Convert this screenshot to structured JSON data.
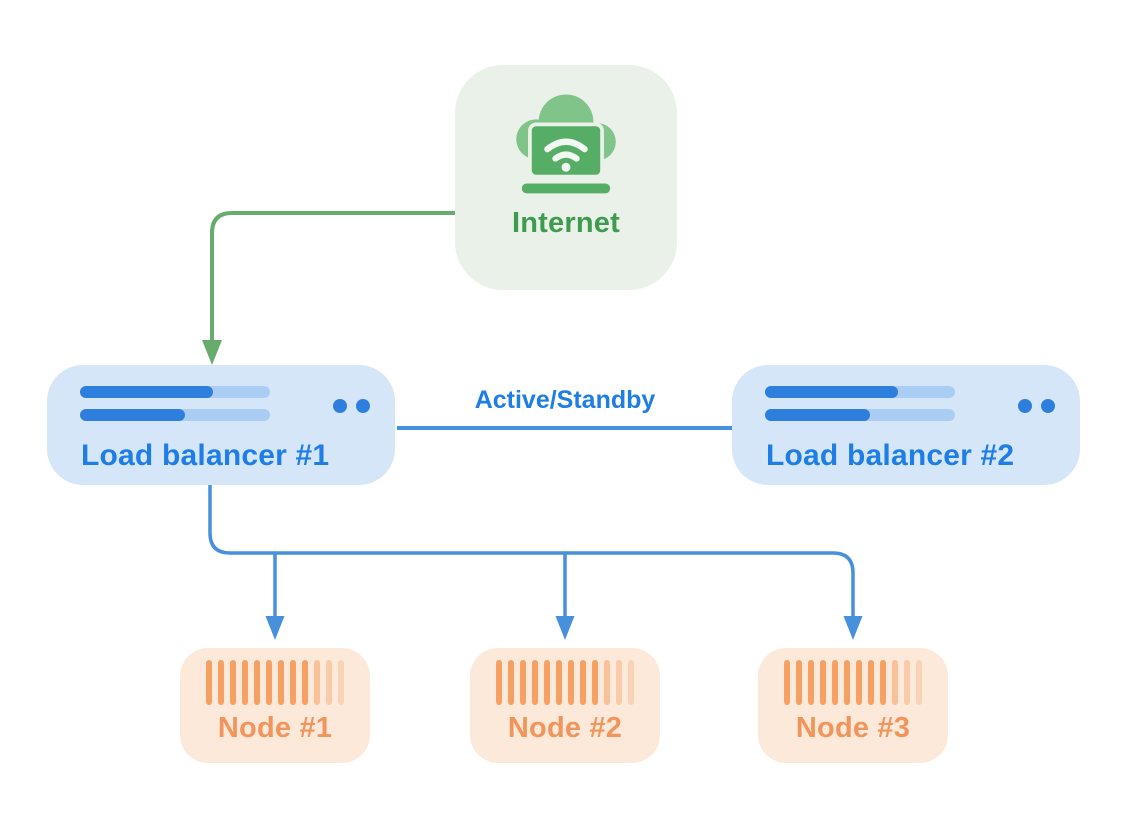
{
  "diagram": {
    "internet": {
      "label": "Internet",
      "icon": "cloud-laptop-wifi-icon"
    },
    "load_balancers": [
      {
        "label": "Load balancer #1",
        "icon": "progress-bars-icon",
        "dots": 2
      },
      {
        "label": "Load balancer #2",
        "icon": "progress-bars-icon",
        "dots": 2
      }
    ],
    "lb_link_label": "Active/Standby",
    "nodes": [
      {
        "label": "Node #1",
        "icon": "server-vent-bars-icon"
      },
      {
        "label": "Node #2",
        "icon": "server-vent-bars-icon"
      },
      {
        "label": "Node #3",
        "icon": "server-vent-bars-icon"
      }
    ],
    "connections": [
      {
        "from": "Internet",
        "to": "Load balancer #1",
        "style": "green-arrow"
      },
      {
        "from": "Load balancer #1",
        "to": "Load balancer #2",
        "style": "blue-line",
        "label": "Active/Standby"
      },
      {
        "from": "Load balancer #1",
        "to": "Node #1",
        "style": "blue-arrow"
      },
      {
        "from": "Load balancer #1",
        "to": "Node #2",
        "style": "blue-arrow"
      },
      {
        "from": "Load balancer #1",
        "to": "Node #3",
        "style": "blue-arrow"
      }
    ]
  },
  "colors": {
    "background": "#ffffff",
    "internet_box_bg": "#e9f1e9",
    "internet_text": "#3e9b4f",
    "internet_icon_cloud": "#81c48a",
    "internet_icon_laptop": "#56ad65",
    "green_connector": "#67ac6c",
    "lb_box_bg": "#d5e6f8",
    "lb_text": "#1e7ee6",
    "lb_bar_fill": "#2e7fdd",
    "lb_bar_track": "#a9cdf3",
    "blue_connector": "#4790dc",
    "node_box_bg": "#fce9da",
    "node_text": "#f2955c",
    "node_vent_bars": "#f5a163"
  }
}
